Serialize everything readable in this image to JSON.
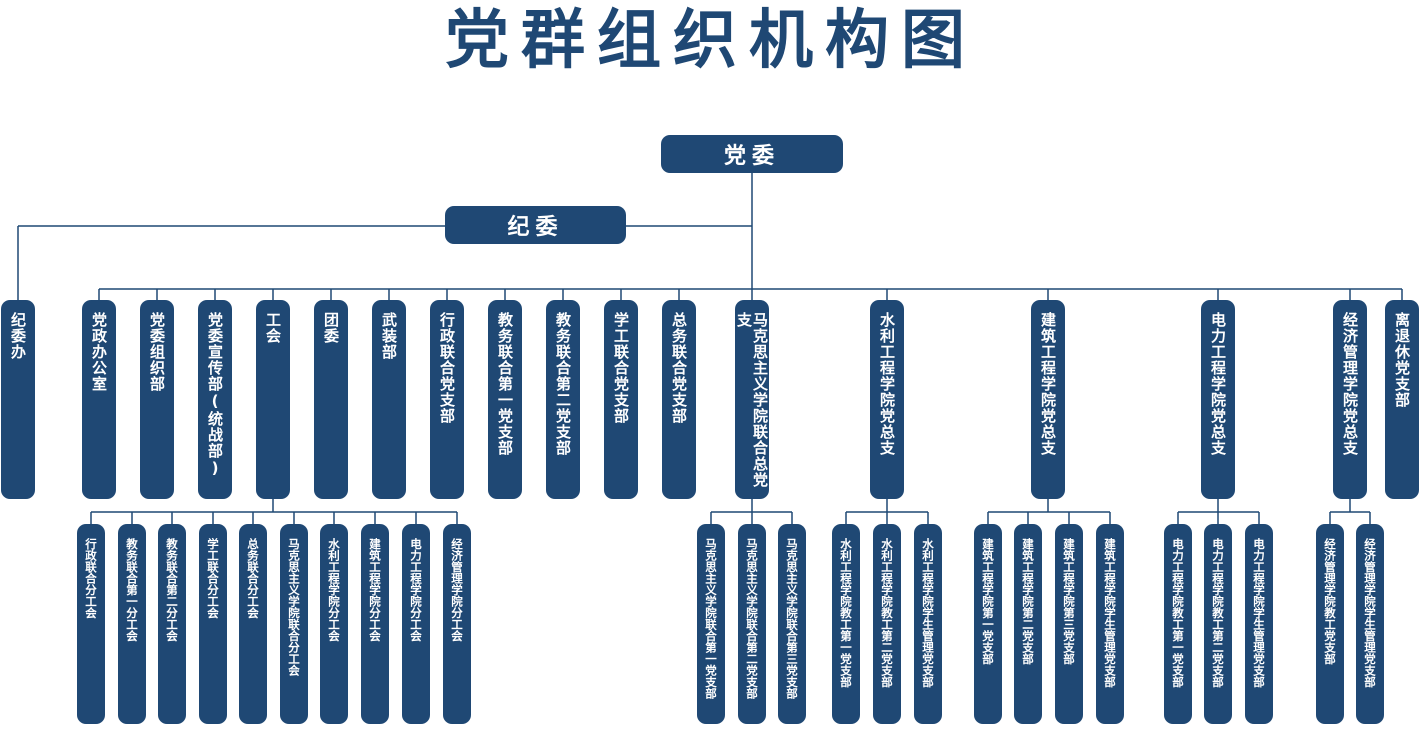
{
  "title": "党群组织机构图",
  "root": "党委",
  "discipline": "纪委",
  "level1": [
    {
      "id": "jiweiban",
      "label": "纪委办"
    },
    {
      "id": "dangzheng",
      "label": "党政办公室"
    },
    {
      "id": "zuzhi",
      "label": "党委组织部"
    },
    {
      "id": "xuanchuan",
      "label": "党委宣传部(统战部)"
    },
    {
      "id": "gonghui",
      "label": "工会"
    },
    {
      "id": "tuanwei",
      "label": "团委"
    },
    {
      "id": "wuzhuang",
      "label": "武装部"
    },
    {
      "id": "xingzheng",
      "label": "行政联合党支部"
    },
    {
      "id": "jiaowu1",
      "label": "教务联合第一党支部"
    },
    {
      "id": "jiaowu2",
      "label": "教务联合第二党支部"
    },
    {
      "id": "xuegong",
      "label": "学工联合党支部"
    },
    {
      "id": "zongwu",
      "label": "总务联合党支部"
    },
    {
      "id": "makesi",
      "label": "马克思主义学院联合总党支"
    },
    {
      "id": "shuili",
      "label": "水利工程学院党总支"
    },
    {
      "id": "jianzhu",
      "label": "建筑工程学院党总支"
    },
    {
      "id": "dianli",
      "label": "电力工程学院党总支"
    },
    {
      "id": "jingji",
      "label": "经济管理学院党总支"
    },
    {
      "id": "lituixiu",
      "label": "离退休党支部"
    }
  ],
  "level2": [
    {
      "parent": "gonghui",
      "children": [
        "行政联合分工会",
        "教务联合第一分工会",
        "教务联合第二分工会",
        "学工联合分工会",
        "总务联合分工会",
        "马克思主义学院联合分工会",
        "水利工程学院分工会",
        "建筑工程学院分工会",
        "电力工程学院分工会",
        "经济管理学院分工会"
      ]
    },
    {
      "parent": "makesi",
      "children": [
        "马克思主义学院联合第一党支部",
        "马克思主义学院联合第二党支部",
        "马克思主义学院联合第三党支部"
      ]
    },
    {
      "parent": "shuili",
      "children": [
        "水利工程学院教工第一党支部",
        "水利工程学院教工第二党支部",
        "水利工程学院学生管理党支部"
      ]
    },
    {
      "parent": "jianzhu",
      "children": [
        "建筑工程学院第一党支部",
        "建筑工程学院第二党支部",
        "建筑工程学院第三党支部",
        "建筑工程学院学生管理党支部"
      ]
    },
    {
      "parent": "dianli",
      "children": [
        "电力工程学院教工第一党支部",
        "电力工程学院教工第二党支部",
        "电力工程学院学生管理党支部"
      ]
    },
    {
      "parent": "jingji",
      "children": [
        "经济管理学院教工党支部",
        "经济管理学院学生管理党支部"
      ]
    }
  ],
  "colors": {
    "box": "#1f4874",
    "line": "#1f4874",
    "text": "#ffffff",
    "title": "#1f4874"
  }
}
